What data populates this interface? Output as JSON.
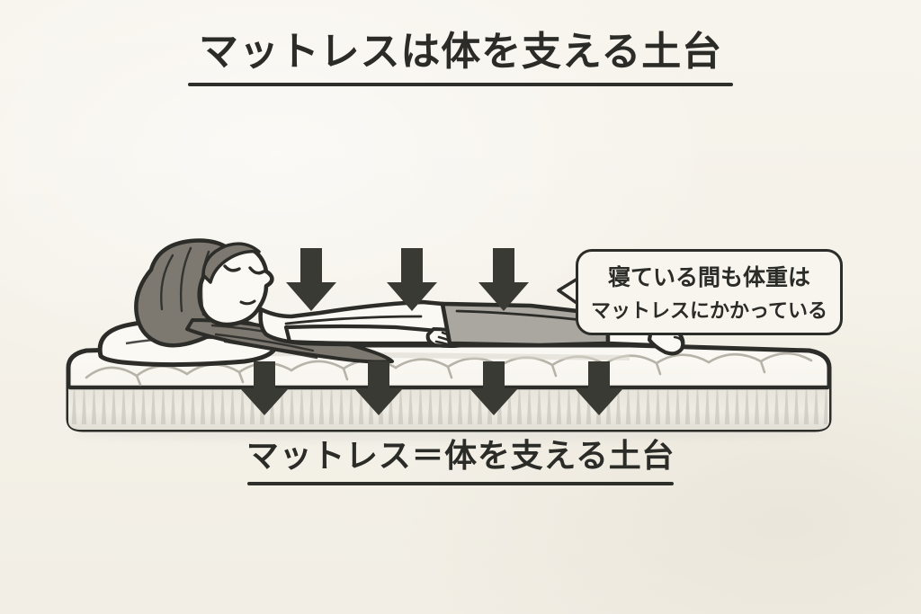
{
  "page": {
    "title": "マットレスは体を支える土台",
    "caption": "マットレス＝体を支える土台"
  },
  "speech_bubble": {
    "line_1": "寝ている間も体重は",
    "line_2": "マットレスにかかっている"
  },
  "illustration": {
    "subject": "person lying supine on a mattress",
    "pillow": "white pillow under the head",
    "hair": "long gray hair spread over the pillow",
    "shorts": "gray shorts",
    "mattress": "quilted mattress with pleated side band",
    "arrows_on_body_count": 3,
    "arrows_on_mattress_count": 4
  },
  "colors": {
    "background": "#f6f3ec",
    "ink": "#2c2c29",
    "hair_gray": "#7d7870",
    "shorts_gray": "#a9a7a0",
    "arrow_dark": "#3a3a35",
    "mattress_white": "#f8f6f0",
    "band_gray": "#dedbd2",
    "quilt_line": "#b6b3a9"
  }
}
